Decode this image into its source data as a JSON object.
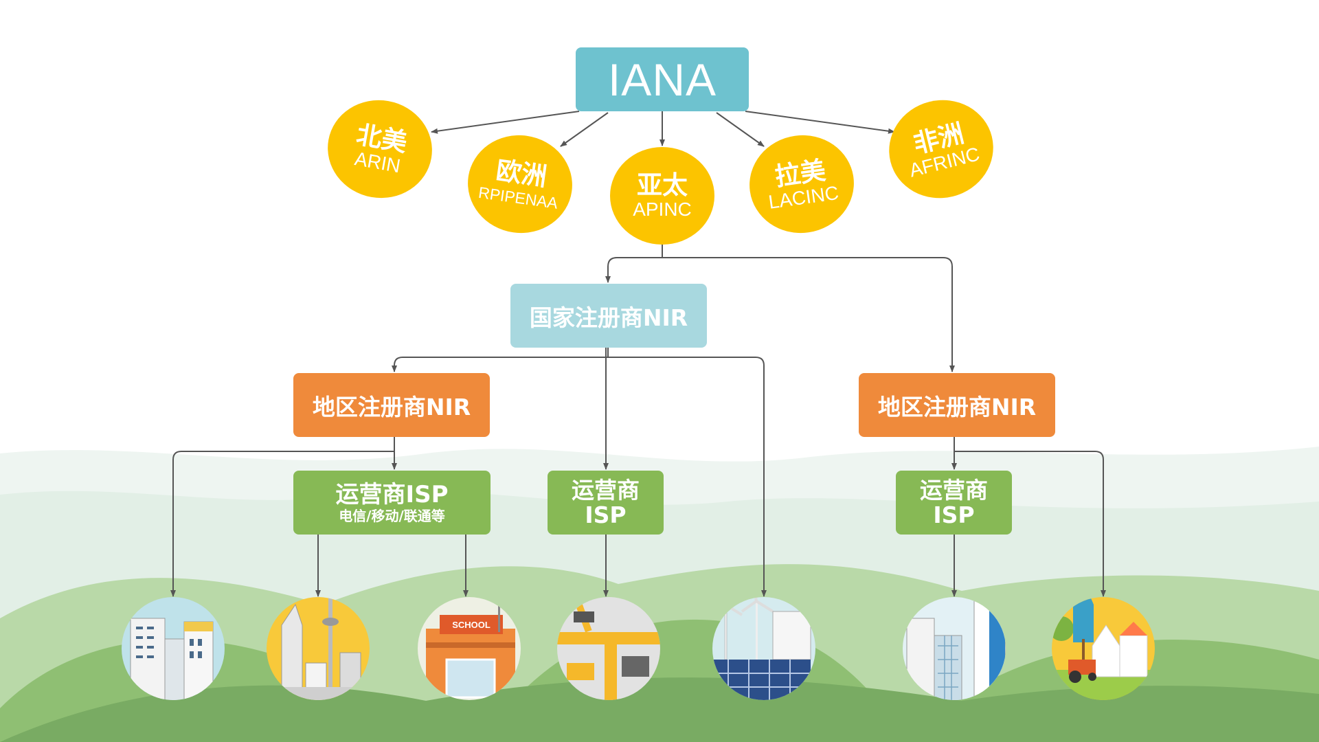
{
  "root": {
    "label": "IANA"
  },
  "rirs": [
    {
      "cn": "北美",
      "en": "ARIN"
    },
    {
      "cn": "欧洲",
      "en": "RPIPENAA"
    },
    {
      "cn": "亚太",
      "en": "APINC"
    },
    {
      "cn": "拉美",
      "en": "LACINC"
    },
    {
      "cn": "非洲",
      "en": "AFRINC"
    }
  ],
  "nir": {
    "label": "国家注册商NIR"
  },
  "lir_left": {
    "label": "地区注册商NIR"
  },
  "lir_right": {
    "label": "地区注册商NIR"
  },
  "isp_main": {
    "line1": "运营商ISP",
    "line2": "电信/移动/联通等"
  },
  "isp_mid": {
    "line1": "运营商",
    "line2": "ISP"
  },
  "isp_right": {
    "line1": "运营商",
    "line2": "ISP"
  },
  "icons": [
    {
      "name": "office-buildings-icon",
      "sign": ""
    },
    {
      "name": "city-tower-icon",
      "sign": ""
    },
    {
      "name": "school-icon",
      "sign": "SCHOOL"
    },
    {
      "name": "factory-robot-icon",
      "sign": ""
    },
    {
      "name": "wind-solar-energy-icon",
      "sign": ""
    },
    {
      "name": "skyscrapers-icon",
      "sign": ""
    },
    {
      "name": "farm-house-icon",
      "sign": ""
    }
  ],
  "colors": {
    "iana": "#6ec2cf",
    "rir": "#fcc400",
    "nir": "#a8d8df",
    "lir": "#ef8a3b",
    "isp": "#87b955",
    "connector": "#555555"
  }
}
